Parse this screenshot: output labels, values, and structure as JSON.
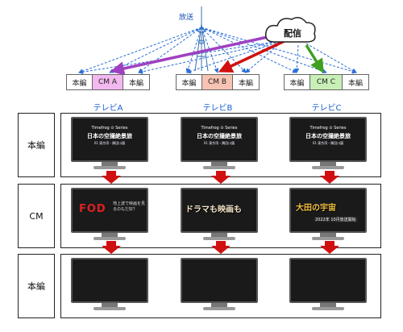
{
  "header": {
    "broadcast_label": "放送",
    "distribution_label": "配信"
  },
  "stations": [
    {
      "name": "テレビA",
      "segments": [
        "本編",
        "CM A",
        "本編"
      ],
      "cm_color": "#f2b8ef",
      "arrow_color": "#a040c0"
    },
    {
      "name": "テレビB",
      "segments": [
        "本編",
        "CM B",
        "本編"
      ],
      "cm_color": "#f7c3b3",
      "arrow_color": "#d01010"
    },
    {
      "name": "テレビC",
      "segments": [
        "本編",
        "CM C",
        "本編"
      ],
      "cm_color": "#c8efb6",
      "arrow_color": "#40a020"
    }
  ],
  "rows": [
    {
      "label": "本編",
      "type": "program"
    },
    {
      "label": "CM",
      "type": "cm"
    },
    {
      "label": "本編",
      "type": "city"
    }
  ],
  "screens": {
    "program_title_small": "Timefrog ⊙ Series",
    "program_title": "日本の空撮絶景旅",
    "program_subtitle": "01 東京湾・隅田川篇",
    "cm_a_logo": "FOD",
    "cm_a_copy": "地上波で映画を見るのもだ好？",
    "cm_b_text": "ドラマも映画も",
    "cm_c_text": "大田の宇宙",
    "cm_c_sub": "2022年 10月放送開始"
  },
  "colors": {
    "dashed_line": "#2a6fd6",
    "down_arrow": "#d01010"
  }
}
